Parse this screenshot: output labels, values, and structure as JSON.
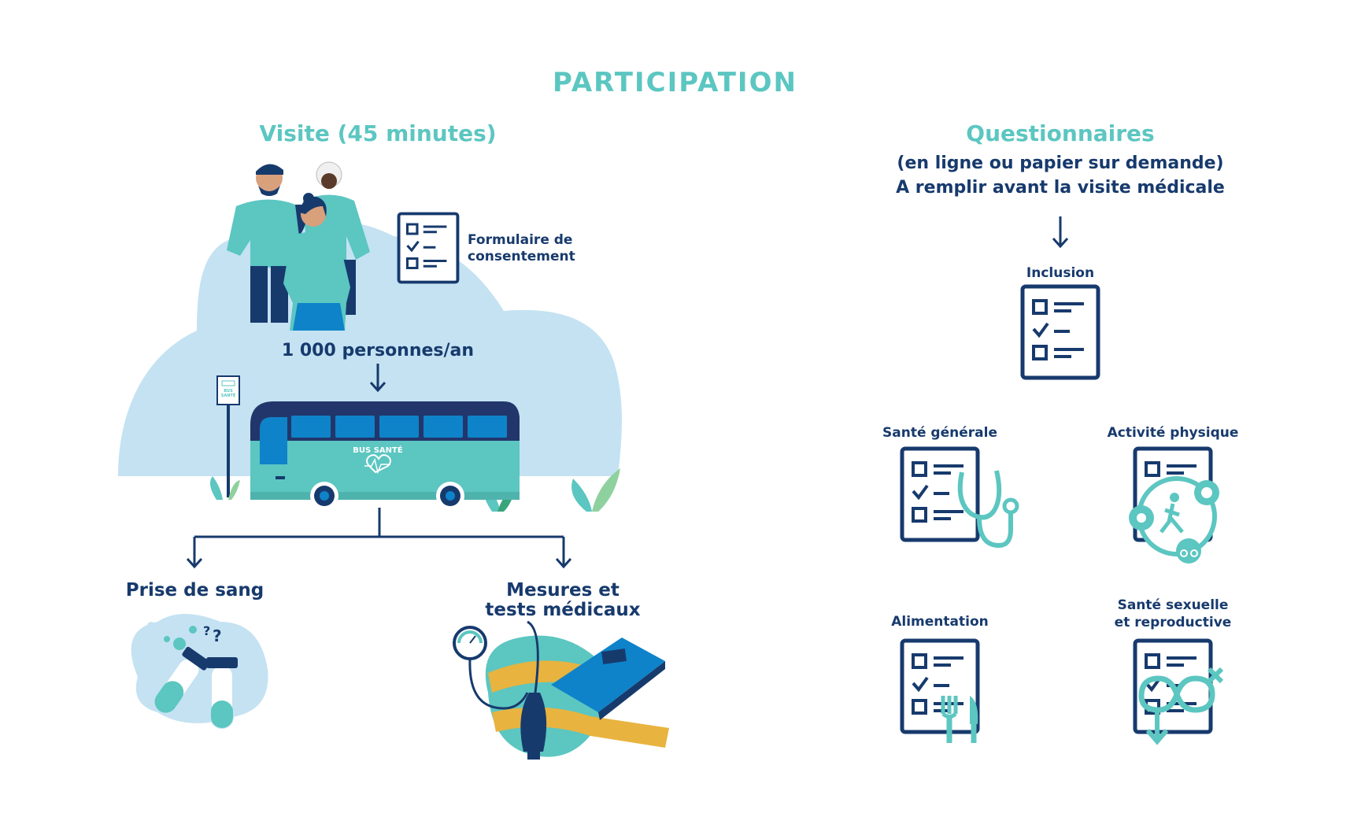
{
  "title": "PARTICIPATION",
  "visit": {
    "heading": "Visite (45 minutes)",
    "consent_label": "Formulaire de consentement",
    "people_count": "1 000 personnes/an",
    "bus_label": "BUS SANTÉ",
    "bus_sign": "BUS SANTÉ",
    "blood_label": "Prise de sang",
    "measures_label_line1": "Mesures et",
    "measures_label_line2": "tests médicaux"
  },
  "questionnaires": {
    "heading": "Questionnaires",
    "sub_line1": "(en ligne ou papier sur demande)",
    "sub_line2": "A remplir avant la visite médicale",
    "items": [
      {
        "label": "Inclusion"
      },
      {
        "label": "Santé générale"
      },
      {
        "label": "Activité physique"
      },
      {
        "label": "Alimentation"
      },
      {
        "label": "Santé sexuelle"
      },
      {
        "label": "et reproductive"
      }
    ]
  },
  "colors": {
    "teal": "#5cc6c1",
    "navy": "#173a6d",
    "light_blue": "#c4e2f2",
    "bus_blue": "#0e83c9",
    "mustard": "#e8b33f"
  }
}
